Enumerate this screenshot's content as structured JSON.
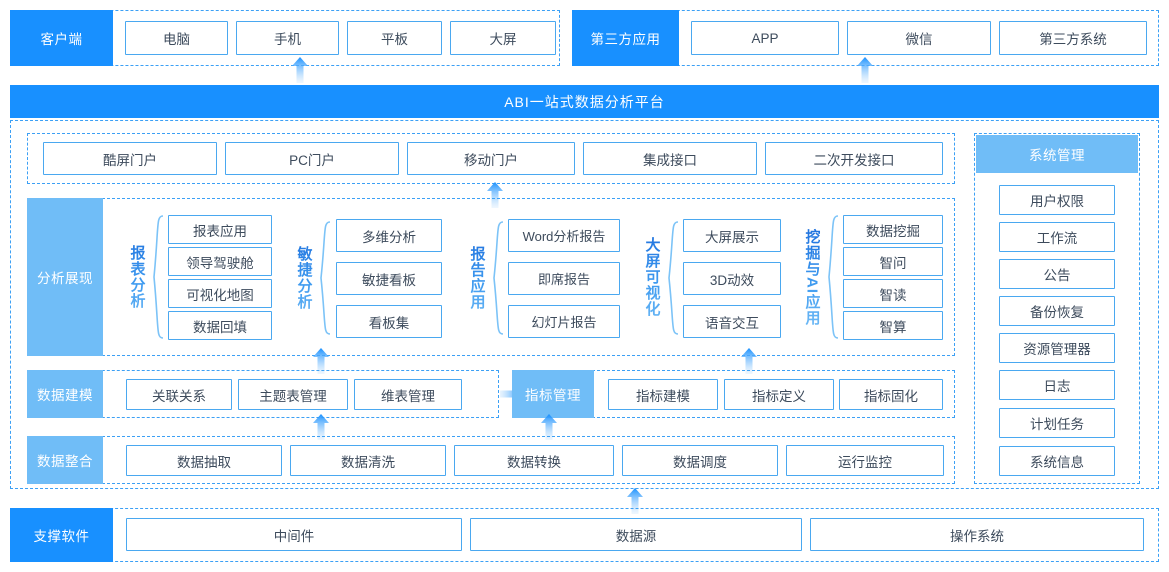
{
  "platform": {
    "title": "ABI一站式数据分析平台"
  },
  "client_row": {
    "label": "客户端",
    "items": [
      "电脑",
      "手机",
      "平板",
      "大屏"
    ]
  },
  "third_party_row": {
    "label": "第三方应用",
    "items": [
      "APP",
      "微信",
      "第三方系统"
    ]
  },
  "portal_row": {
    "items": [
      "酷屏门户",
      "PC门户",
      "移动门户",
      "集成接口",
      "二次开发接口"
    ]
  },
  "analysis": {
    "label": "分析展现",
    "groups": [
      {
        "name": "报表分析",
        "items": [
          "报表应用",
          "领导驾驶舱",
          "可视化地图",
          "数据回填"
        ]
      },
      {
        "name": "敏捷分析",
        "items": [
          "多维分析",
          "敏捷看板",
          "看板集"
        ]
      },
      {
        "name": "报告应用",
        "items": [
          "Word分析报告",
          "即席报告",
          "幻灯片报告"
        ]
      },
      {
        "name": "大屏可视化",
        "items": [
          "大屏展示",
          "3D动效",
          "语音交互"
        ]
      },
      {
        "name": "挖掘与AI应用",
        "items": [
          "数据挖掘",
          "智问",
          "智读",
          "智算"
        ]
      }
    ]
  },
  "modeling_row": {
    "label": "数据建模",
    "items": [
      "关联关系",
      "主题表管理",
      "维表管理"
    ]
  },
  "metric_row": {
    "label": "指标管理",
    "items": [
      "指标建模",
      "指标定义",
      "指标固化"
    ]
  },
  "integration_row": {
    "label": "数据整合",
    "items": [
      "数据抽取",
      "数据清洗",
      "数据转换",
      "数据调度",
      "运行监控"
    ]
  },
  "system_panel": {
    "label": "系统管理",
    "items": [
      "用户权限",
      "工作流",
      "公告",
      "备份恢复",
      "资源管理器",
      "日志",
      "计划任务",
      "系统信息"
    ]
  },
  "support_row": {
    "label": "支撑软件",
    "items": [
      "中间件",
      "数据源",
      "操作系统"
    ]
  },
  "colors": {
    "primary": "#1890ff",
    "soft": "#70bdf7",
    "border": "#4aa8f0",
    "dash": "#3ca0f5",
    "text": "#3d4b5c"
  }
}
